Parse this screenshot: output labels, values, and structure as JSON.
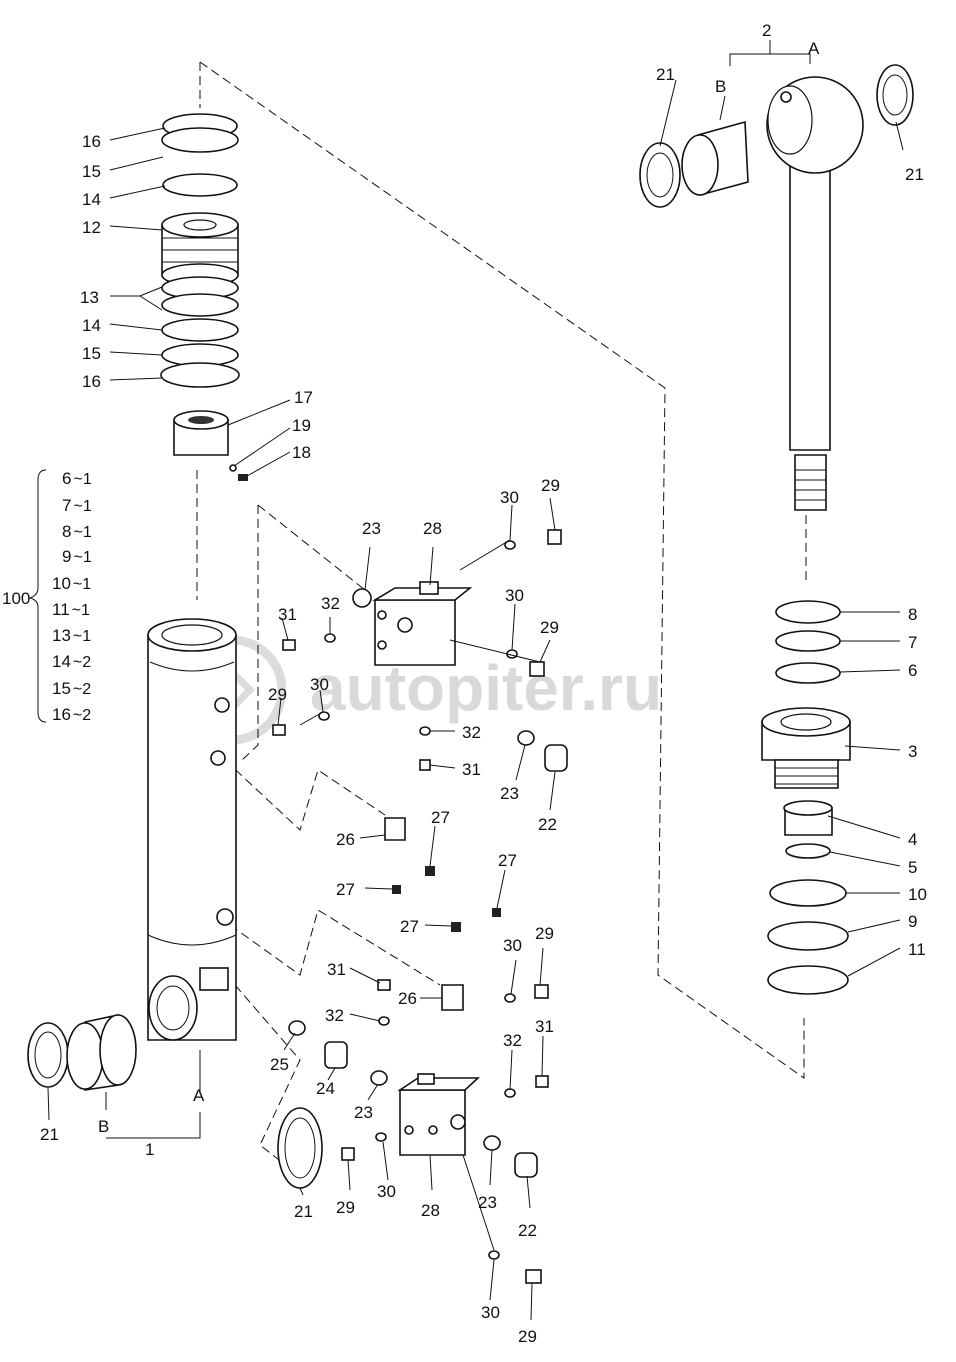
{
  "watermark": "autopiter.ru",
  "group_label": "100",
  "group_items": [
    {
      "num": "6",
      "qty": "~1"
    },
    {
      "num": "7",
      "qty": "~1"
    },
    {
      "num": "8",
      "qty": "~1"
    },
    {
      "num": "9",
      "qty": "~1"
    },
    {
      "num": "10",
      "qty": "~1"
    },
    {
      "num": "11",
      "qty": "~1"
    },
    {
      "num": "13",
      "qty": "~1"
    },
    {
      "num": "14",
      "qty": "~2"
    },
    {
      "num": "15",
      "qty": "~2"
    },
    {
      "num": "16",
      "qty": "~2"
    }
  ],
  "callouts": [
    "16",
    "15",
    "14",
    "12",
    "13",
    "14",
    "15",
    "16",
    "17",
    "19",
    "18",
    "2",
    "A",
    "B",
    "21",
    "21",
    "8",
    "7",
    "6",
    "3",
    "4",
    "5",
    "10",
    "9",
    "11",
    "23",
    "28",
    "30",
    "29",
    "31",
    "32",
    "30",
    "29",
    "30",
    "29",
    "32",
    "31",
    "23",
    "22",
    "26",
    "27",
    "27",
    "27",
    "27",
    "31",
    "26",
    "32",
    "30",
    "29",
    "32",
    "31",
    "25",
    "24",
    "23",
    "21",
    "B",
    "A",
    "1",
    "21",
    "29",
    "30",
    "28",
    "23",
    "22",
    "30",
    "29"
  ]
}
